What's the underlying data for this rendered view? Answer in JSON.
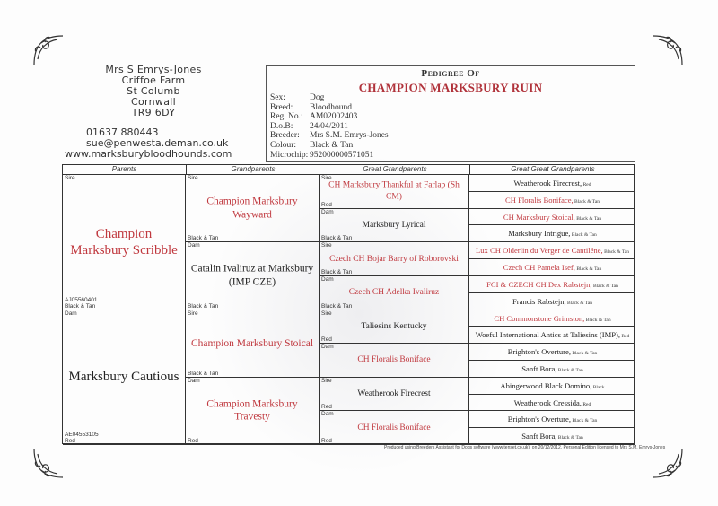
{
  "owner": {
    "name": "Mrs S Emrys-Jones",
    "farm": "Criffoe Farm",
    "town": "St Columb",
    "county": "Cornwall",
    "postcode": "TR9 6DY",
    "phone": "01637 880443",
    "email": "sue@penwesta.deman.co.uk",
    "web": "www.marksburybloodhounds.com"
  },
  "pedigree": {
    "title": "Pedigree Of",
    "dog_name": "CHAMPION MARKSBURY RUIN",
    "details": [
      {
        "key": "Sex:",
        "value": "Dog"
      },
      {
        "key": "Breed:",
        "value": "Bloodhound"
      },
      {
        "key": "Reg. No.:",
        "value": "AM02002403"
      },
      {
        "key": "D.o.B:",
        "value": "24/04/2011"
      },
      {
        "key": "Breeder:",
        "value": "Mrs S.M. Emrys-Jones"
      },
      {
        "key": "Colour:",
        "value": "Black & Tan"
      },
      {
        "key": "Microchip:",
        "value": "952000000571051"
      }
    ]
  },
  "headers": {
    "parents": "Parents",
    "grandparents": "Grandparents",
    "great_grandparents": "Great Grandparents",
    "ggg": "Great Great Grandparents"
  },
  "parents": [
    {
      "tag": "Sire",
      "name": "Champion Marksbury Scribble",
      "reg": "AJ05560401",
      "colour": "Black & Tan"
    },
    {
      "tag": "Dam",
      "name": "Marksbury Cautious",
      "reg": "AE04553105",
      "colour": "Red"
    }
  ],
  "grandparents": [
    {
      "tag": "Sire",
      "name": "Champion Marksbury Wayward",
      "colour": "Black & Tan"
    },
    {
      "tag": "Dam",
      "name": "Catalin Ivaliruz at Marksbury (IMP CZE)",
      "colour": "Black & Tan"
    },
    {
      "tag": "Sire",
      "name": "Champion Marksbury Stoical",
      "colour": "Black & Tan"
    },
    {
      "tag": "Dam",
      "name": "Champion Marksbury Travesty",
      "colour": "Red"
    }
  ],
  "great_grandparents": [
    {
      "tag": "Sire",
      "name": "CH Marksbury Thankful at Farlap (Sh CM)",
      "colour": "Red"
    },
    {
      "tag": "Dam",
      "name": "Marksbury Lyrical",
      "colour": "Black & Tan"
    },
    {
      "tag": "Sire",
      "name": "Czech CH Bojar Barry of Roborovski",
      "colour": "Black & Tan"
    },
    {
      "tag": "Dam",
      "name": "Czech CH Adelka Ivaliruz",
      "colour": "Black & Tan"
    },
    {
      "tag": "Sire",
      "name": "Taliesins Kentucky",
      "colour": "Red"
    },
    {
      "tag": "Dam",
      "name": "CH Floralis Boniface",
      "colour": ""
    },
    {
      "tag": "Sire",
      "name": "Weatherook Firecrest",
      "colour": "Red"
    },
    {
      "tag": "Dam",
      "name": "CH Floralis Boniface",
      "colour": "Red"
    }
  ],
  "ggg": [
    {
      "name": "Weatherook Firecrest,",
      "note": "Red"
    },
    {
      "name": "CH Floralis Boniface,",
      "note": "Black & Tan"
    },
    {
      "name": "CH Marksbury Stoical,",
      "note": "Black & Tan"
    },
    {
      "name": "Marksbury Intrigue,",
      "note": "Black & Tan"
    },
    {
      "name": "Lux CH Olderlin du Verger de Cantiléne,",
      "note": "Black & Tan"
    },
    {
      "name": "Czech CH Pamela Isef,",
      "note": "Black & Tan"
    },
    {
      "name": "FCI & CZECH CH Dex Rabstejn,",
      "note": "Black & Tan"
    },
    {
      "name": "Francis Rabstejn,",
      "note": "Black & Tan"
    },
    {
      "name": "CH Commonstone Grimston,",
      "note": "Black & Tan"
    },
    {
      "name": "Woeful International Antics at Taliesins (IMP),",
      "note": "Red"
    },
    {
      "name": "Brighton's Overture,",
      "note": "Black & Tan"
    },
    {
      "name": "Sanft Bora,",
      "note": "Black & Tan"
    },
    {
      "name": "Abingerwood Black Domino,",
      "note": "Black"
    },
    {
      "name": "Weatherook Cressida,",
      "note": "Red"
    },
    {
      "name": "Brighton's Overture,",
      "note": "Black & Tan"
    },
    {
      "name": "Sanft Bora,",
      "note": "Black & Tan"
    }
  ],
  "footer": "Produced using Breeders Assistant for Dogs software (www.tenset.co.uk), on 20/12/2012. Personal Edition licensed to Mrs S.M. Emrys-Jones",
  "colors": {
    "accent": "#c0393f",
    "text": "#222222"
  }
}
